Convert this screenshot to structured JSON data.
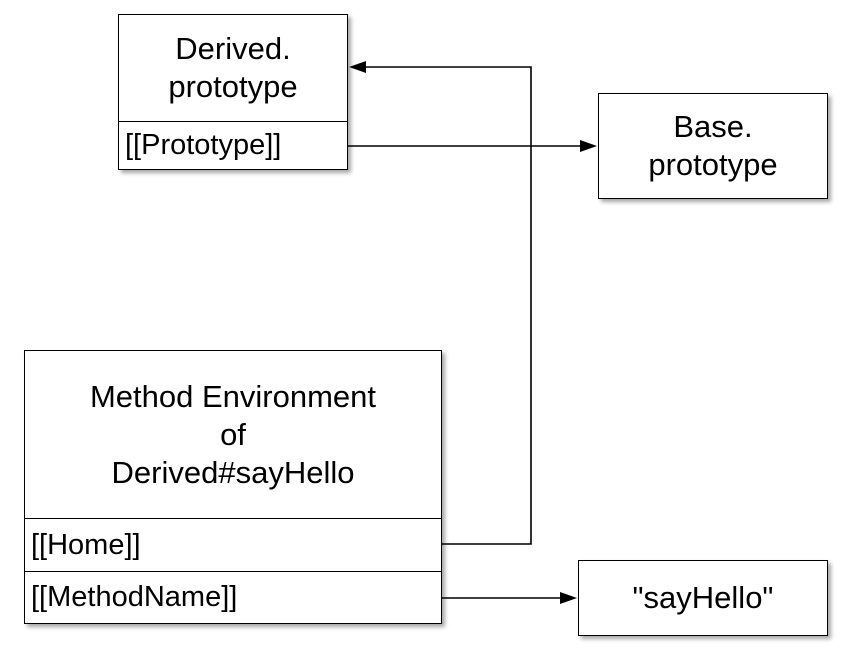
{
  "derived_prototype": {
    "title": "Derived.\nprototype",
    "slot": "[[Prototype]]"
  },
  "base_prototype": {
    "title": "Base.\nprototype"
  },
  "method_env": {
    "title": "Method Environment\nof\nDerived#sayHello",
    "slot_home": "[[Home]]",
    "slot_method_name": "[[MethodName]]"
  },
  "say_hello_value": {
    "title": "\"sayHello\""
  },
  "colors": {
    "stroke": "#000000",
    "background": "#ffffff"
  }
}
